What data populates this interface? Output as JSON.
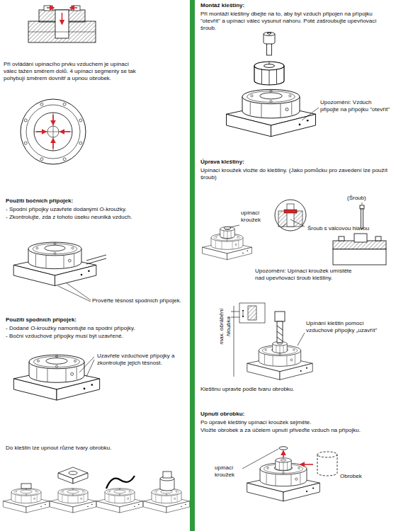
{
  "diagram": {
    "labels": [
      "Při ovládání upínacího prvku vzduchem je upínací válec tažen směrem dolů. 4 upínací segmenty se tak pohybují směrem dovnitř a upnou obrobek.",
      "Použití bočních přípojek:",
      "- Spodní přípojky uzavřete dodanými O-kroužky.",
      "- Zkontrolujte, zda z tohoto úseku neuniká vzduch.",
      "Prověřte těsnost spodních přípojek.",
      "Použití spodních přípojek:",
      "- Dodané O-kroužky namontujte na spodní přípojky.",
      "- Boční vzduchové přípojky musí být uzavřené.",
      "Uzavřete vzduchové přípojky a zkontrolujte jejich těsnost.",
      "Do kleštin lze upnout různé tvary obrobku.",
      "Montáž kleštiny:",
      "Při montáži kleštiny dbejte na to, aby byl vzduch připojen na přípojku \"otevřít\" a upínací válec vysunut nahoru. Poté zašroubujte upevňovací šroub.",
      "Upozornění: Vzduch připojte na přípojku \"otevřít\"",
      "Úprava kleštiny:",
      "Upínací kroužek vložte do kleštiny. (Jako pomůcku pro zavedení lze použít šroub)",
      "(Šroub)",
      "upínací kroužek",
      "Šroub s válcovou hlavou",
      "Upozornění: Upínací kroužek umístěte nad upevňovací šroub kleštiny.",
      "max. obrábění hloubka",
      "Upínání kleštin pomocí vzduchové přípojky „uzavřít\"",
      "Kleštinu upravte podle tvaru obrobku.",
      "Upnutí obrobku:",
      "Po úpravě kleštiny upínací kroužek sejměte.",
      "Vložte obrobek a za účelem upnutí přiveďte vzduch na přípojku.",
      "upínací kroužek",
      "Obrobek"
    ]
  }
}
